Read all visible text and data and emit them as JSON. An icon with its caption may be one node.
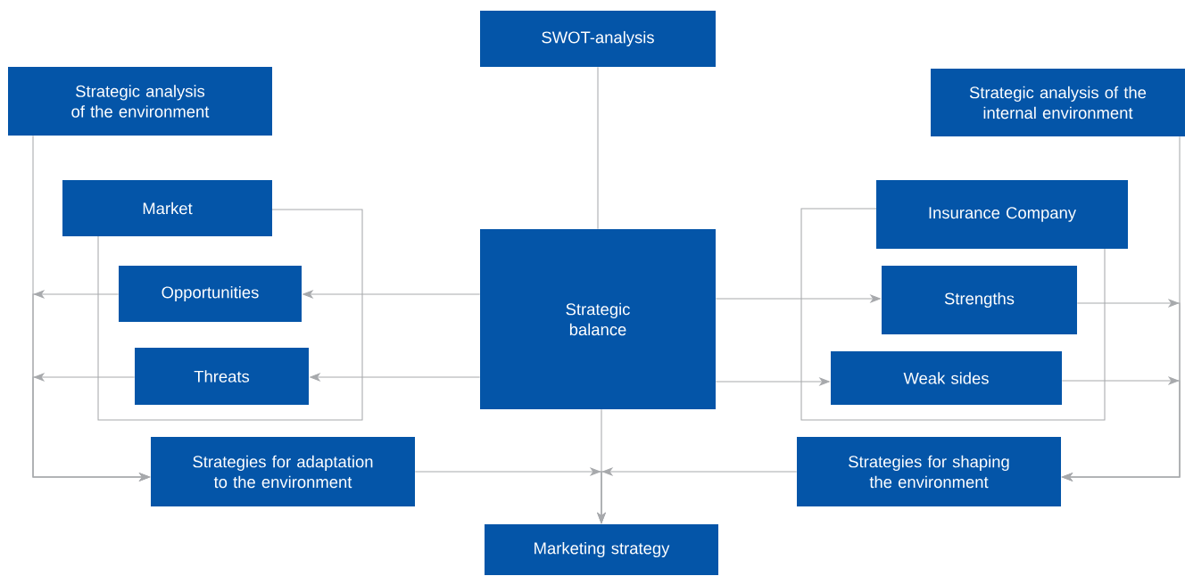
{
  "diagram": {
    "nodes": [
      {
        "text": [
          "SWOT-analysis"
        ]
      },
      {
        "text": [
          "Strategic analysis of the environment"
        ]
      },
      {
        "text": [
          "Strategic analysis of the internal environment"
        ]
      },
      {
        "text": [
          "Market"
        ]
      },
      {
        "text": [
          "Opportunities"
        ]
      },
      {
        "text": [
          "Threats"
        ]
      },
      {
        "text": [
          "Strategic balance"
        ]
      },
      {
        "text": [
          "Insurance Company"
        ]
      },
      {
        "text": [
          "Strengths"
        ]
      },
      {
        "text": [
          "Weak sides"
        ]
      },
      {
        "text": [
          "Strategies for adaptation to the environment"
        ]
      },
      {
        "text": [
          "Strategies for shaping the environment"
        ]
      },
      {
        "text": [
          "Marketing strategy"
        ]
      }
    ],
    "edges": [
      {
        "from": 0,
        "to": 6,
        "arrow": "none"
      },
      {
        "from": 6,
        "to": 4,
        "arrow": "to"
      },
      {
        "from": 6,
        "to": 5,
        "arrow": "to"
      },
      {
        "from": 6,
        "to": 8,
        "arrow": "to"
      },
      {
        "from": 6,
        "to": 9,
        "arrow": "to"
      },
      {
        "from": 1,
        "to": 10,
        "arrow": "to"
      },
      {
        "from": 4,
        "to": 10,
        "arrow": "to"
      },
      {
        "from": 5,
        "to": 10,
        "arrow": "to"
      },
      {
        "from": 2,
        "to": 11,
        "arrow": "to"
      },
      {
        "from": 8,
        "to": 11,
        "arrow": "to"
      },
      {
        "from": 9,
        "to": 11,
        "arrow": "to"
      },
      {
        "from": 10,
        "to": 12,
        "arrow": "to"
      },
      {
        "from": 11,
        "to": 12,
        "arrow": "to"
      },
      {
        "from": 6,
        "to": 12,
        "arrow": "to"
      }
    ]
  }
}
